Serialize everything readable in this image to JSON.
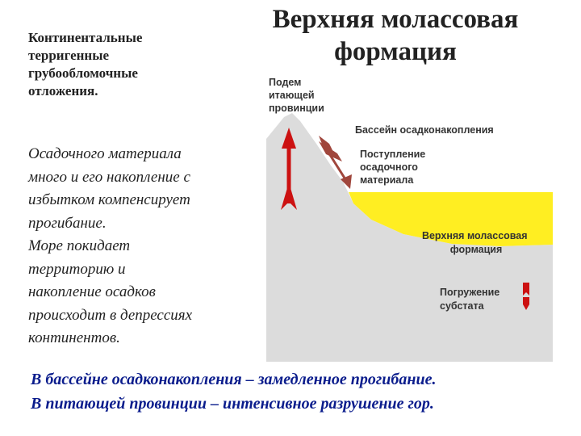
{
  "title_line1": "Верхняя молассовая",
  "title_line2": "формация",
  "subtitle_lines": [
    "Континентальные",
    "терригенные",
    "грубообломочные",
    "отложения."
  ],
  "description_lines": [
    "Осадочного материала",
    "много и его накопление с",
    "избытком компенсирует",
    "прогибание.",
    "Море покидает",
    "территорию и",
    "накопление осадков",
    "происходит в депрессиях",
    "континентов."
  ],
  "diagram": {
    "uplift_label": [
      "Подем",
      "итающей",
      "провинции"
    ],
    "basin_label": "Бассейн осадконакопления",
    "supply_label": [
      "Поступление",
      "осадочного",
      "материала"
    ],
    "formation_label": [
      "Верхняя молассовая",
      "формация"
    ],
    "subsidence_label": [
      "Погружение",
      "субстата"
    ],
    "colors": {
      "land": "#dcdcdc",
      "sediment": "#ffee22",
      "uplift_arrow": "#cc1111",
      "supply_arrow": "#a0463c",
      "subsidence_arrow": "#cc1111"
    }
  },
  "footer_lines": [
    "В бассейне осадконакопления – замедленное прогибание.",
    "В питающей провинции – интенсивное разрушение гор."
  ]
}
